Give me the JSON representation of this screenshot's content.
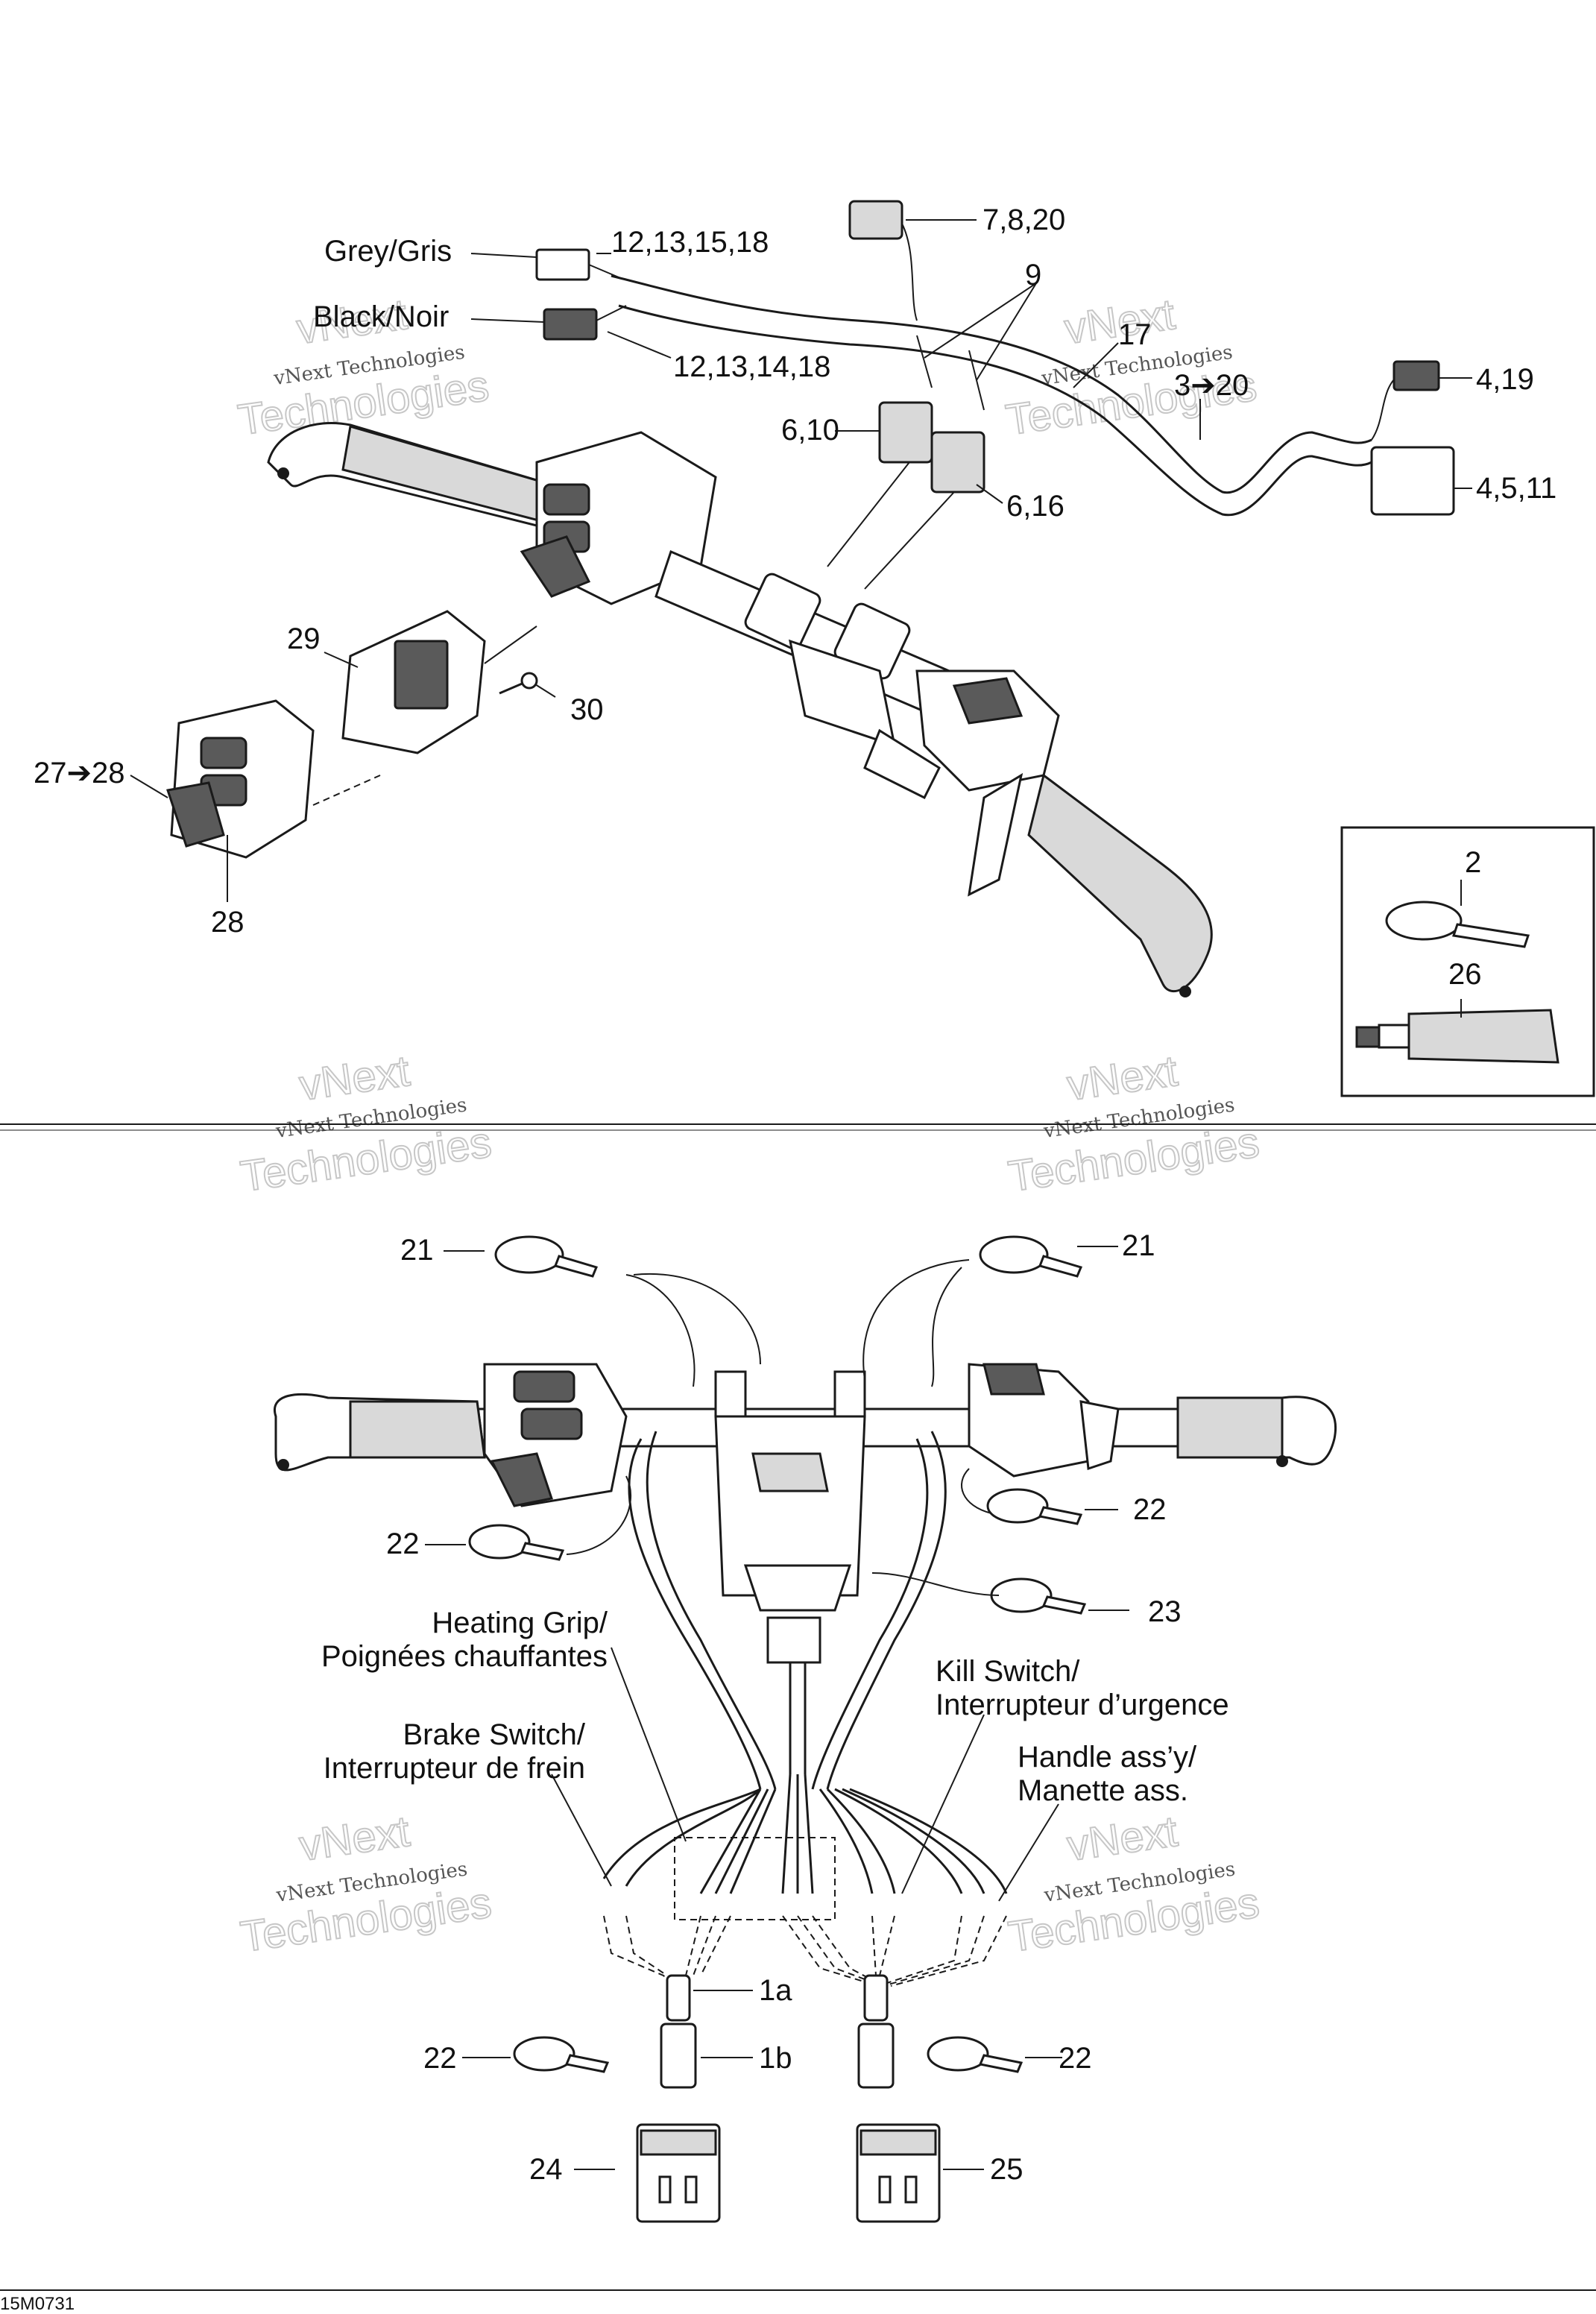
{
  "callouts": {
    "c_12_13_15_18": "12,13,15,18",
    "c_12_13_14_18": "12,13,14,18",
    "c_7_8_20": "7,8,20",
    "c_9": "9",
    "c_17": "17",
    "c_3_20": "3➔20",
    "c_4_19": "4,19",
    "c_4_5_11": "4,5,11",
    "c_6_10": "6,10",
    "c_6_16": "6,16",
    "c_29": "29",
    "c_30": "30",
    "c_27_28": "27➔28",
    "c_28": "28",
    "c_2": "2",
    "c_26": "26",
    "c_21_left": "21",
    "c_21_right": "21",
    "c_22_upper_right": "22",
    "c_22_upper_left": "22",
    "c_23": "23",
    "c_1a": "1a",
    "c_1b": "1b",
    "c_22_lower_left": "22",
    "c_22_lower_right": "22",
    "c_24": "24",
    "c_25": "25"
  },
  "labels": {
    "grey": "Grey/Gris",
    "black": "Black/Noir",
    "heating_line1": "Heating Grip/",
    "heating_line2": "Poignées chauffantes",
    "brake_line1": "Brake Switch/",
    "brake_line2": "Interrupteur de frein",
    "kill_line1": "Kill Switch/",
    "kill_line2": "Interrupteur d’urgence",
    "handle_line1": "Handle ass’y/",
    "handle_line2": "Manette ass."
  },
  "watermark": {
    "line1": "vNext",
    "line2": "vNext Technologies",
    "line3": "Technologies"
  },
  "figure_ref": "15M0731"
}
